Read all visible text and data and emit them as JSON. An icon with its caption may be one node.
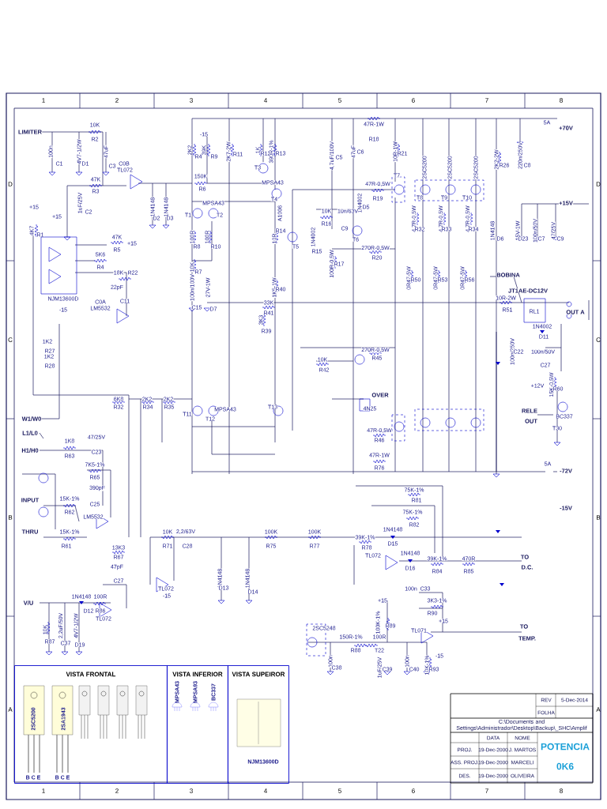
{
  "diagram": {
    "nodes": [
      {
        "text": [
          "VISTA FRONTAL"
        ]
      },
      {
        "text": [
          "VISTA INFERIOR"
        ]
      },
      {
        "text": [
          "VISTA SUPEIROR"
        ]
      }
    ],
    "labels": [
      "1",
      "2",
      "3",
      "4",
      "5",
      "6",
      "7",
      "8",
      "D",
      "D",
      "LIMITER",
      "10K",
      "R2",
      "5A",
      "+70V",
      "47R-1W",
      "R18",
      "100n",
      "C1",
      "4V7-1/2W",
      "D1",
      "47uF",
      "C3",
      "C0B",
      "TL072",
      "2K2",
      "R4",
      "-15",
      "39K",
      "R9",
      "2K7-2W",
      "R11",
      "1K",
      "R12",
      "390R-1%",
      "R13",
      "T3",
      "4,7uF/100V",
      "C5",
      "47uF",
      "C6",
      "10R-1W",
      "R21",
      "2K2-2W",
      "R26",
      "220n/250V",
      "C8",
      "MPSA43",
      "T7",
      "2SC5200",
      "2SC5200",
      "2SC5200",
      "47K",
      "R3",
      "150K",
      "R6",
      "47R-0,5W",
      "R19",
      "T8",
      "T9",
      "T10",
      "+15",
      "+15",
      "1uF/25V",
      "C2",
      "1N4148",
      "D2",
      "1N4148",
      "D3",
      "T4",
      "A1006",
      "MPSA43",
      "1N4002",
      "D5",
      "+15V",
      "T1",
      "T2",
      "10K",
      "R16",
      "10n/63V",
      "C9",
      "4K7",
      "R1",
      "47K",
      "R5",
      "+15",
      "100R",
      "R8",
      "100R",
      "R10",
      "10R",
      "R14",
      "T5",
      "1N4002",
      "R15",
      "T6",
      "4,7R-0,5W",
      "R32",
      "4,7R-0,5W",
      "R33",
      "4,7R-0,5W",
      "R34",
      "1N4148",
      "D6",
      "15V-1W",
      "D23",
      "100n/50V",
      "C7",
      "47/25V",
      "C9",
      "270R-0,5W",
      "R20",
      "5K6",
      "R4",
      "100R-0,5W",
      "R17",
      "10K",
      "R7",
      "0R47-5W",
      "R50",
      "0R47-5W",
      "R53",
      "0R47-5W",
      "R56",
      "BOBINA",
      "18K",
      "R22",
      "NJM13600D",
      "22pF",
      "C11",
      "100n/100V",
      "C15",
      "27V-1W",
      "D7",
      "1K5-1W",
      "R40",
      "JT1AE-DC12V",
      "10R-2W",
      "R51",
      "C0A",
      "LM5532",
      "33K",
      "R41",
      "RL1",
      "OUT A",
      "-15",
      "3K3",
      "R39",
      "1N4002",
      "D11",
      "C",
      "1K2",
      "C",
      "R27",
      "1K2",
      "R28",
      "10K",
      "270R-0,5W",
      "R45",
      "100n/250V",
      "C22",
      "100n/50V",
      "R42",
      "C27",
      "+12V",
      "15K-0,5W",
      "R60",
      "OVER",
      "6K8",
      "R32",
      "2K2",
      "R34",
      "2K2",
      "R35",
      "T11",
      "T12",
      "MPSA43",
      "T13",
      "4N25",
      "RELE",
      "OUT",
      "BC337",
      "T30",
      "W1/W0",
      "47R-0,5W",
      "R46",
      "L1/L0",
      "1K8",
      "R63",
      "47/25V",
      "C23",
      "47R-1W",
      "R76",
      "5A",
      "-72V",
      "H1/H0",
      "7K5-1%",
      "R65",
      "INPUT",
      "15K-1%",
      "R62",
      "390pF",
      "C25",
      "75K-1%",
      "R81",
      "B",
      "LM5532",
      "75K-1%",
      "R82",
      "-15V",
      "B",
      "THRU",
      "15K-1%",
      "R61",
      "10K",
      "R71",
      "2,2/63V",
      "C28",
      "100K",
      "R75",
      "100K",
      "R77",
      "39K-1%",
      "R78",
      "1N4148",
      "D15",
      "13K3",
      "R67",
      "47pF",
      "1N4148",
      "D16",
      "TL072",
      "39K-1%",
      "R84",
      "470R",
      "R85",
      "TO",
      "D.C.",
      "C27",
      "TL072",
      "-15",
      "1N4148",
      "D13",
      "1N4148",
      "D14",
      "100n",
      "C33",
      "+15",
      "V/U",
      "1N4148",
      "100R",
      "D12",
      "R86",
      "3K3-1%",
      "R90",
      "TL072",
      "100K-1%",
      "R89",
      "+15",
      "10K",
      "R87",
      "2,2uF/50V",
      "C37",
      "4V7-1/2W",
      "D19",
      "2SC5248",
      "TL071",
      "150R-1%",
      "R88",
      "100R",
      "TO",
      "TEMP.",
      "T22",
      "-15",
      "1uF/25V",
      "C39",
      "100n",
      "C38",
      "100n",
      "C40",
      "10K-1%",
      "R93",
      "2SC5200",
      "2SA1943",
      "MPSA43",
      "MPSA93",
      "BC337",
      "B C E",
      "B C E",
      "NJM13600D",
      "REV",
      "5-Dec-2014",
      "FOLHA",
      "C:\\Documents and Settings\\Administrador\\Desktop\\Backup\\_SHC\\Amplif",
      "DATA",
      "NOME",
      "PROJ.",
      "19-Dec-2000",
      "J. MARTOS",
      "ASS. PROJ.",
      "19-Dec-2000",
      "MARCELI",
      "DES.",
      "19-Dec-2000",
      "OLIVEIRA",
      "POTENCIA",
      "0K6",
      "A",
      "A",
      "1",
      "2",
      "3",
      "4",
      "5",
      "6",
      "7",
      "8"
    ]
  }
}
